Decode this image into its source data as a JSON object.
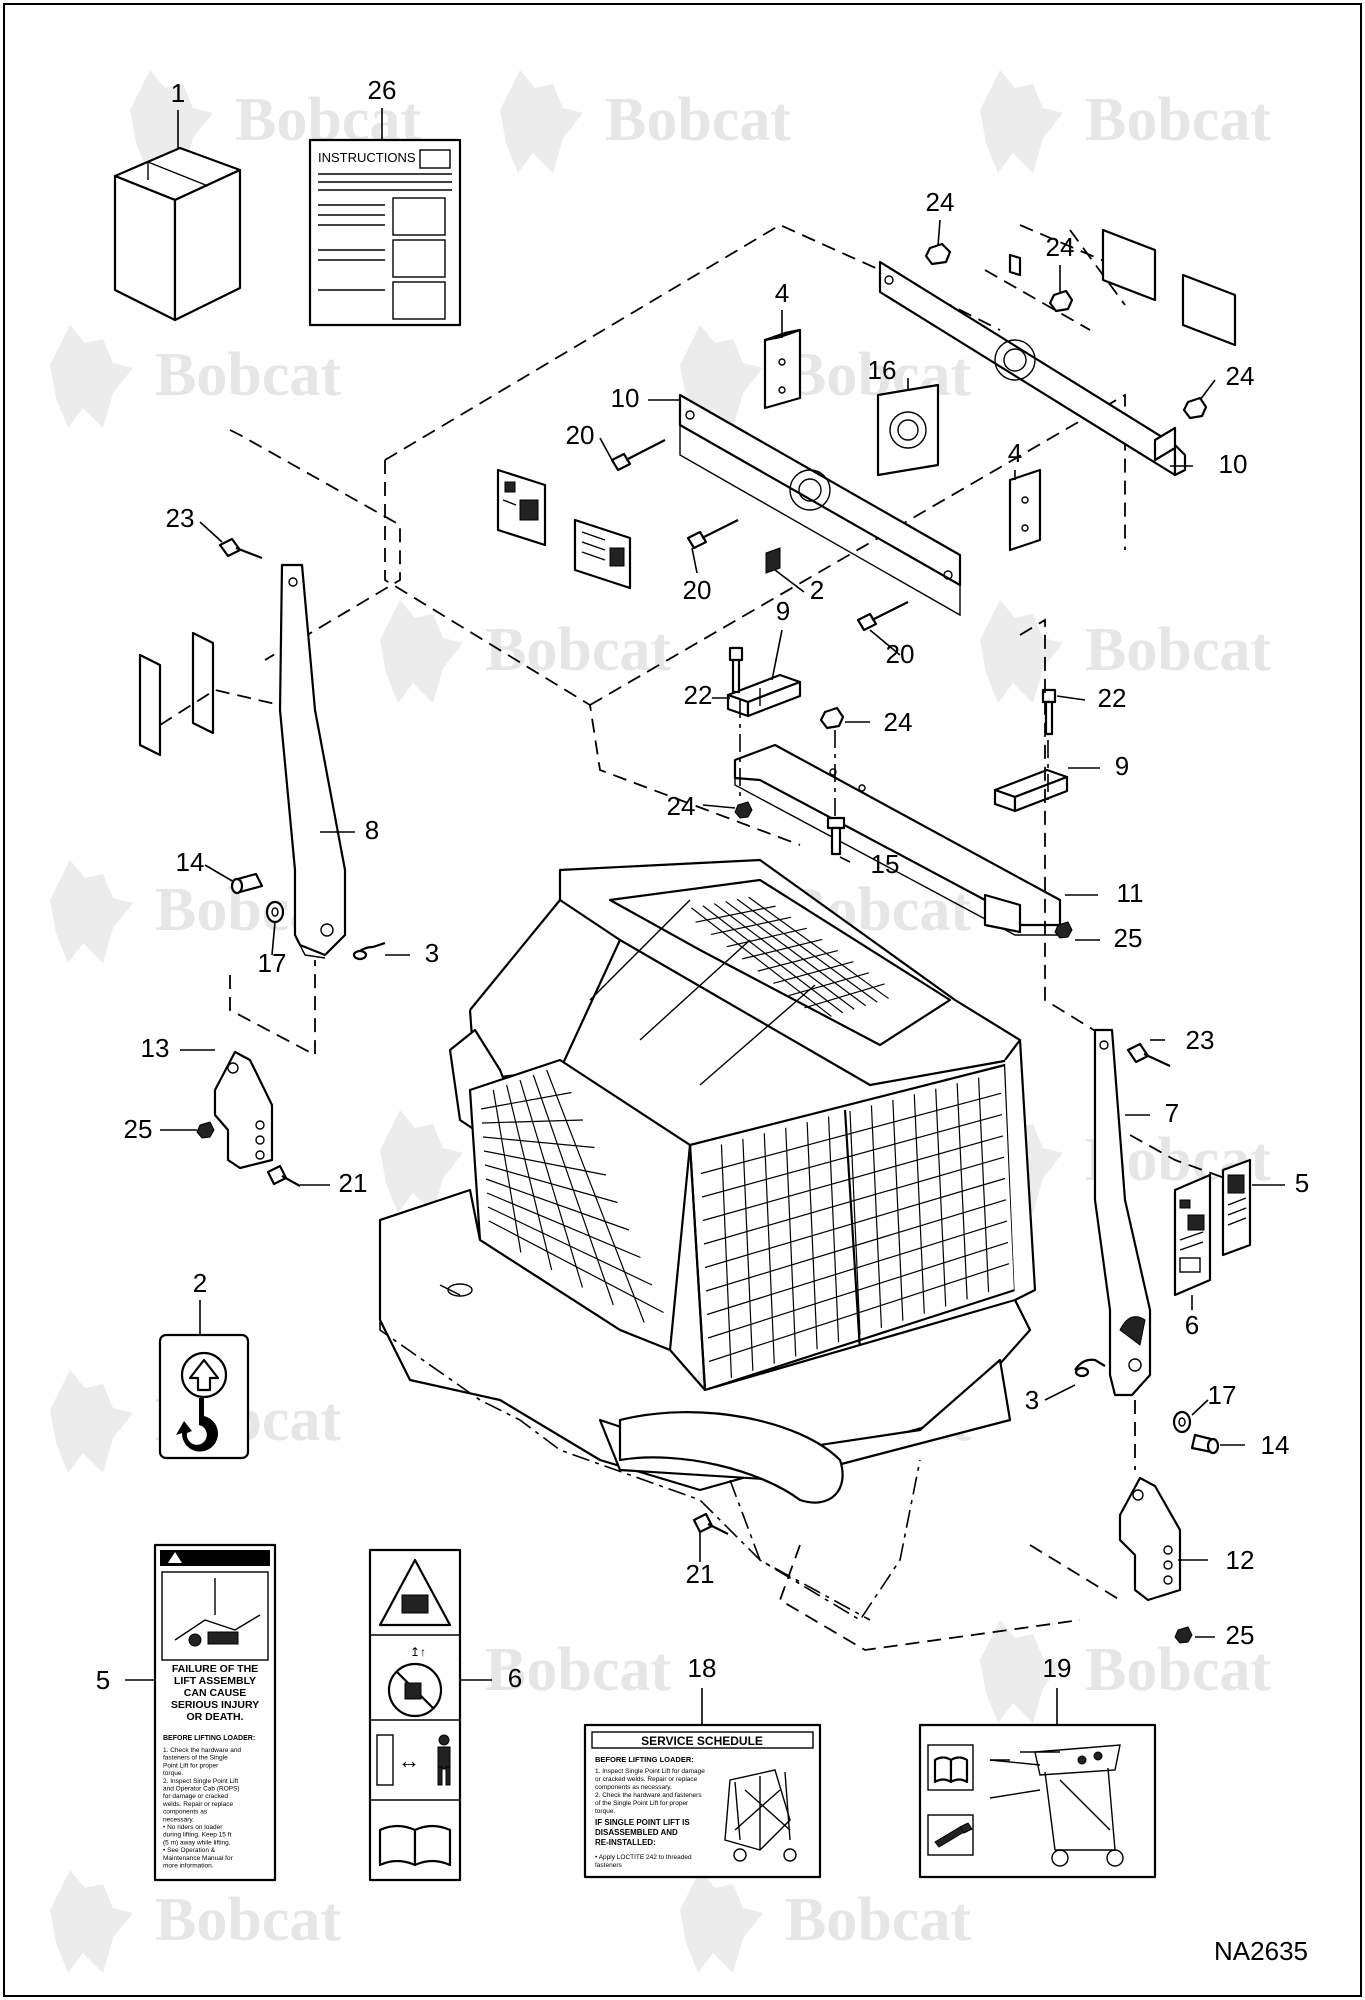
{
  "watermark": {
    "text": "Bobcat"
  },
  "drawing_id": "NA2635",
  "callouts": [
    {
      "id": "c1",
      "label": "1"
    },
    {
      "id": "c26",
      "label": "26"
    },
    {
      "id": "c24a",
      "label": "24"
    },
    {
      "id": "c24b",
      "label": "24"
    },
    {
      "id": "c24c",
      "label": "24"
    },
    {
      "id": "c4a",
      "label": "4"
    },
    {
      "id": "c16",
      "label": "16"
    },
    {
      "id": "c10a",
      "label": "10"
    },
    {
      "id": "c10b",
      "label": "10"
    },
    {
      "id": "c20a",
      "label": "20"
    },
    {
      "id": "c4b",
      "label": "4"
    },
    {
      "id": "c23a",
      "label": "23"
    },
    {
      "id": "c20b",
      "label": "20"
    },
    {
      "id": "c2a",
      "label": "2"
    },
    {
      "id": "c20c",
      "label": "20"
    },
    {
      "id": "c9a",
      "label": "9"
    },
    {
      "id": "c22a",
      "label": "22"
    },
    {
      "id": "c22b",
      "label": "22"
    },
    {
      "id": "c24d",
      "label": "24"
    },
    {
      "id": "c9b",
      "label": "9"
    },
    {
      "id": "c8",
      "label": "8"
    },
    {
      "id": "c24e",
      "label": "24"
    },
    {
      "id": "c15",
      "label": "15"
    },
    {
      "id": "c11",
      "label": "11"
    },
    {
      "id": "c14a",
      "label": "14"
    },
    {
      "id": "c25a",
      "label": "25"
    },
    {
      "id": "c17a",
      "label": "17"
    },
    {
      "id": "c3a",
      "label": "3"
    },
    {
      "id": "c13",
      "label": "13"
    },
    {
      "id": "c23b",
      "label": "23"
    },
    {
      "id": "c7",
      "label": "7"
    },
    {
      "id": "c25b",
      "label": "25"
    },
    {
      "id": "c21a",
      "label": "21"
    },
    {
      "id": "c5a",
      "label": "5"
    },
    {
      "id": "c2b",
      "label": "2"
    },
    {
      "id": "c6a",
      "label": "6"
    },
    {
      "id": "c3b",
      "label": "3"
    },
    {
      "id": "c17b",
      "label": "17"
    },
    {
      "id": "c14b",
      "label": "14"
    },
    {
      "id": "c21b",
      "label": "21"
    },
    {
      "id": "c12",
      "label": "12"
    },
    {
      "id": "c25c",
      "label": "25"
    },
    {
      "id": "c5b",
      "label": "5"
    },
    {
      "id": "c6b",
      "label": "6"
    },
    {
      "id": "c18",
      "label": "18"
    },
    {
      "id": "c19",
      "label": "19"
    }
  ],
  "instructions_sheet": {
    "title": "INSTRUCTIONS"
  },
  "warning_decal": {
    "header": "WARNING",
    "headline": [
      "FAILURE OF THE",
      "LIFT ASSEMBLY",
      "CAN CAUSE",
      "SERIOUS INJURY",
      "OR DEATH."
    ],
    "subhead": "BEFORE LIFTING LOADER:",
    "steps": [
      "1. Check the hardware and",
      "fasteners of the Single",
      "Point Lift for proper",
      "torque.",
      "2. Inspect Single Point Lift",
      "and Operator Cab (ROPS)",
      "for damage or cracked",
      "welds. Repair or replace",
      "components as",
      "necessary.",
      "• No riders on loader",
      "during lifting. Keep 15 ft",
      "(5 m) away while lifting.",
      "• See Operation &",
      "Maintenance Manual for",
      "more information."
    ]
  },
  "service_decal": {
    "title": "SERVICE SCHEDULE",
    "subhead": "BEFORE LIFTING LOADER:",
    "items": [
      "1. Inspect Single Point Lift for damage",
      "or cracked welds. Repair or replace",
      "components as necessary.",
      "2. Check the hardware and fasteners",
      "of the Single Point Lift for proper",
      "torque."
    ],
    "reinstall": [
      "IF SINGLE POINT LIFT IS",
      "DISASSEMBLED AND",
      "RE-INSTALLED:"
    ],
    "footer": [
      "• Apply LOCTITE 242 to threaded",
      "fasteners"
    ]
  }
}
